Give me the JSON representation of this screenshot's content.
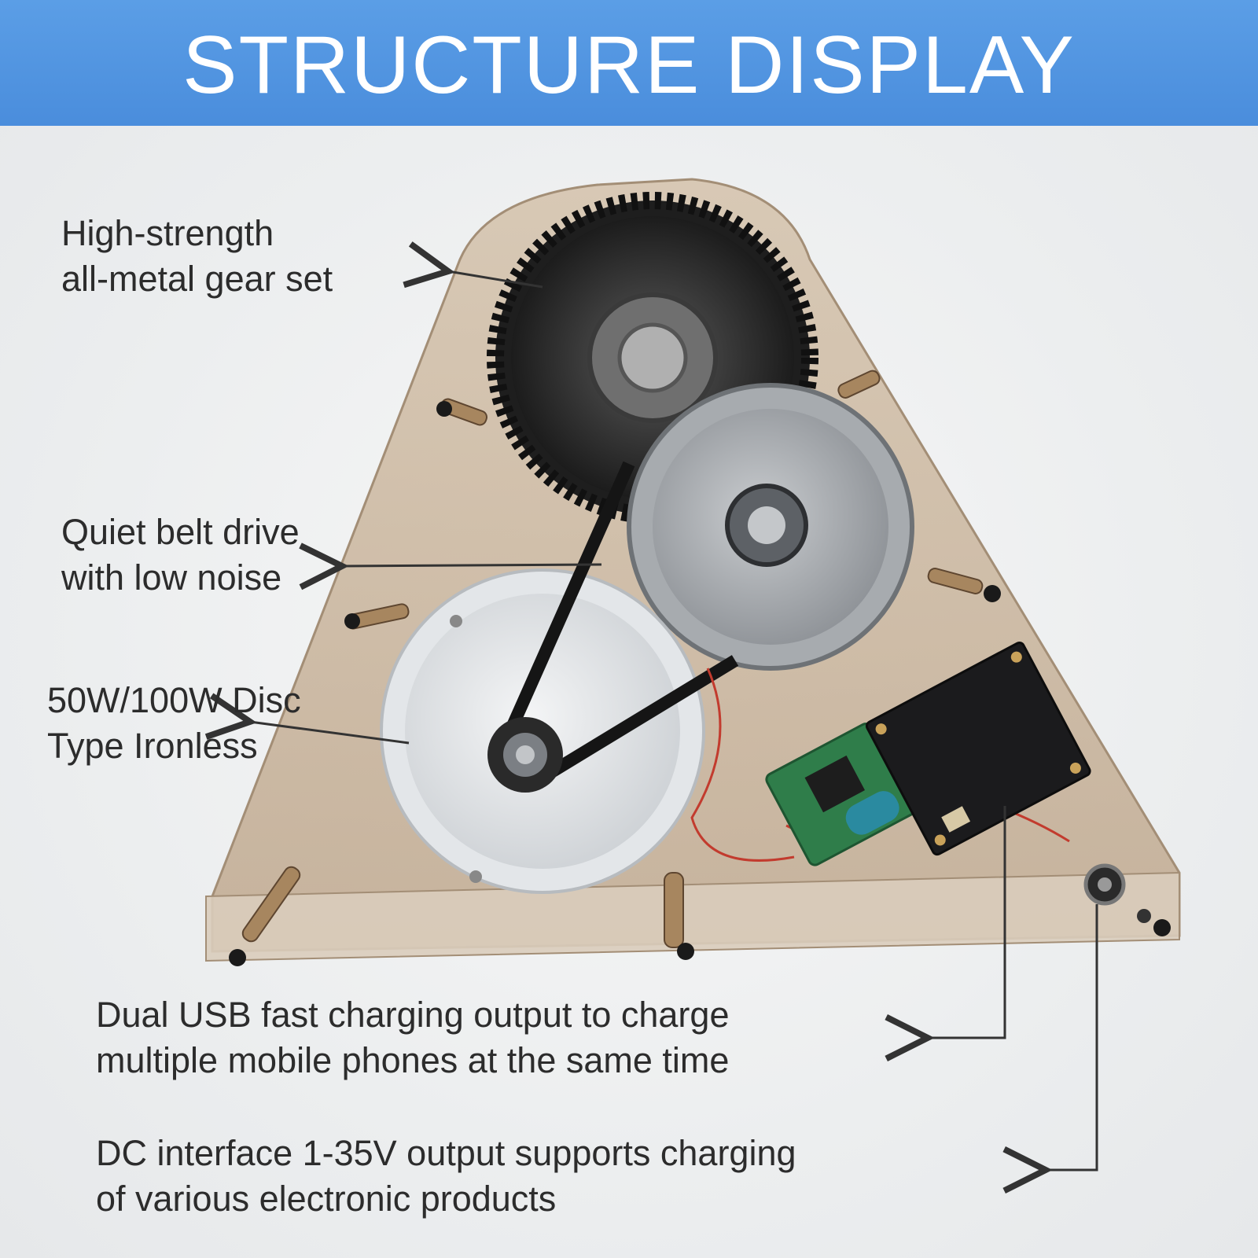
{
  "header": {
    "title": "STRUCTURE DISPLAY"
  },
  "callouts": {
    "gear": {
      "line1": "High-strength",
      "line2": "all-metal gear set"
    },
    "belt": {
      "line1": "Quiet belt drive",
      "line2": "with low noise"
    },
    "motor": {
      "line1": "50W/100W Disc",
      "line2": "Type Ironless"
    },
    "usb": {
      "line1": "Dual USB fast charging output to charge",
      "line2": "multiple mobile phones at the same time"
    },
    "dc": {
      "line1": "DC interface 1-35V output supports charging",
      "line2": "of various electronic products"
    }
  },
  "colors": {
    "banner": "#4a8ddc",
    "title": "#ffffff",
    "text": "#2c2c2c",
    "panel": "#c9b49b"
  }
}
